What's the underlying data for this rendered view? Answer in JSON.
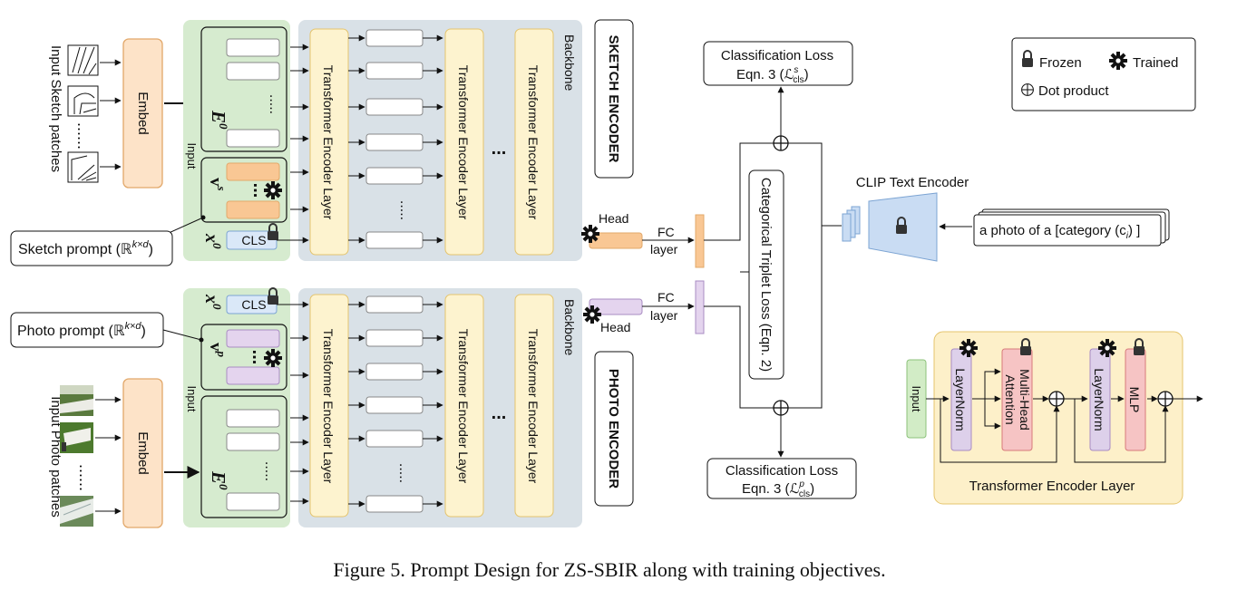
{
  "caption": "Figure 5. Prompt Design for ZS-SBIR along with training objectives.",
  "legend": {
    "frozen": "Frozen",
    "trained": "Trained",
    "dot_product": "Dot product"
  },
  "sketch": {
    "input_label": "Input Sketch patches",
    "embed": "Embed",
    "e0": "E",
    "e0_sup": "0",
    "input_vertical": "Input",
    "prompt_v": "v",
    "prompt_v_sup": "s",
    "x0": "x",
    "x0_sup": "0",
    "cls": "CLS",
    "prompt_callout": "Sketch prompt (ℝ",
    "prompt_callout_sup": "k×d",
    "prompt_callout_end": ")",
    "encoder_label": "SKETCH ENCODER",
    "backbone": "Backbone",
    "head": "Head",
    "fc1": "FC",
    "fc2": "layer"
  },
  "photo": {
    "input_label": "Input Photo patches",
    "embed": "Embed",
    "e0": "E",
    "e0_sup": "0",
    "input_vertical": "Input",
    "prompt_v": "v",
    "prompt_v_sup": "p",
    "x0": "x",
    "x0_sup": "0",
    "cls": "CLS",
    "prompt_callout": "Photo prompt (ℝ",
    "prompt_callout_sup": "k×d",
    "prompt_callout_end": ")",
    "encoder_label": "PHOTO ENCODER",
    "backbone": "Backbone",
    "head": "Head",
    "fc1": "FC",
    "fc2": "layer"
  },
  "transformer_layer": "Transformer Encoder Layer",
  "ellipsis": "...",
  "loss": {
    "cls_top_line1": "Classification Loss",
    "cls_top_line2": "Eqn. 3 (ℒ",
    "cls_top_sup": "s",
    "cls_top_sub": "cls",
    "cls_bottom_line1": "Classification Loss",
    "cls_bottom_line2": "Eqn. 3 (ℒ",
    "cls_bottom_sup": "p",
    "cls_bottom_sub": "cls",
    "triplet": "Categorical Triplet Loss (Eqn. 2)"
  },
  "clip": {
    "label": "CLIP Text Encoder",
    "prompt_text": "a photo of a [category (c",
    "prompt_sub": "i",
    "prompt_end": ") ]"
  },
  "detail": {
    "title": "Transformer Encoder Layer",
    "input": "Input",
    "layernorm1": "LayerNorm",
    "attention1": "Multi-Head",
    "attention2": "Attention",
    "layernorm2": "LayerNorm",
    "mlp": "MLP"
  },
  "colors": {
    "green_panel": "#d6ebcf",
    "grey_panel": "#d9e1e7",
    "embed": "#fde3c8",
    "layer": "#fdf3cf",
    "sketch_prompt": "#f9c794",
    "photo_prompt": "#e4d4ee",
    "cls": "#dae8f8",
    "clip": "#c9dcf3",
    "layernorm": "#ddd0ea",
    "attention": "#f6c4c4",
    "detail_bg": "#fdf0c9",
    "input_green": "#d2ecc6"
  }
}
